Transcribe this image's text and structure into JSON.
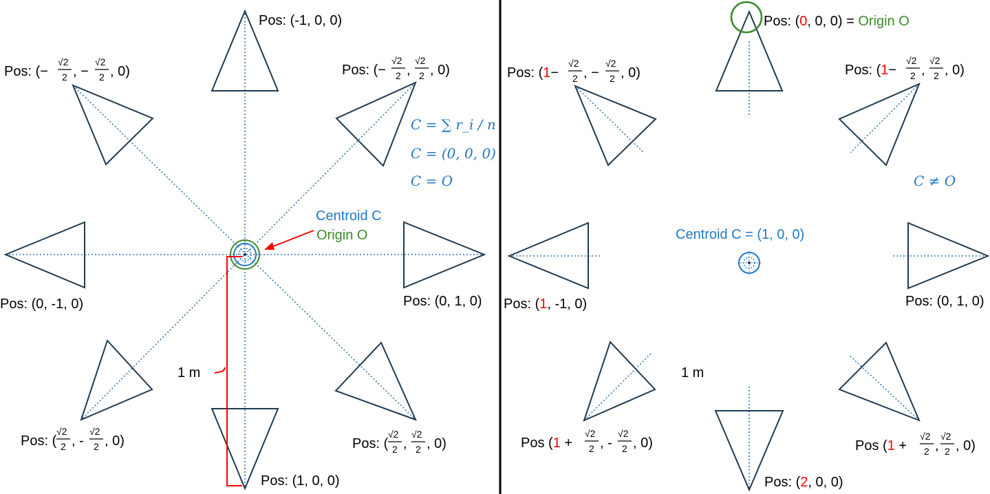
{
  "left": {
    "labels": {
      "top": "Pos: (-1, 0, 0)",
      "bottom": "Pos: (1, 0, 0)",
      "left": "Pos: (0, -1, 0)",
      "right": "Pos: (0, 1, 0)",
      "upper_left_prefix": "Pos: (",
      "upper_left_suffix": ", 0)",
      "upper_right_prefix": "Pos: (",
      "upper_right_suffix": ", 0)",
      "lower_left_prefix": "Pos: (",
      "lower_left_suffix": ", 0)",
      "lower_right_prefix": "Pos: (",
      "lower_right_suffix": ", 0)"
    },
    "centroid_label": "Centroid C",
    "origin_label": "Origin O",
    "distance_label": "1 m",
    "formula_sum": "C = ∑ r_i / n",
    "formula_value": "C = (0, 0, 0)",
    "formula_equal": "C = O"
  },
  "right": {
    "labels": {
      "top_prefix": "Pos: (",
      "top_red": "0",
      "top_suffix": ", 0, 0) = ",
      "top_origin": "Origin O",
      "bottom_prefix": "Pos: (",
      "bottom_red": "2",
      "bottom_suffix": ", 0, 0)",
      "left_prefix": "Pos: (",
      "left_red": "1",
      "left_suffix": ", -1, 0)",
      "right": "Pos: (0, 1, 0)",
      "upper_left_prefix": "Pos: (",
      "upper_left_red": "1",
      "upper_left_suffix": ", 0)",
      "upper_right_prefix": "Pos: (",
      "upper_right_red": "1",
      "upper_right_suffix": ", 0)",
      "lower_left_prefix": "Pos (",
      "lower_left_red": "1",
      "lower_left_suffix": ", 0)",
      "lower_right_prefix": "Pos (",
      "lower_right_red": "1",
      "lower_right_suffix": ", 0)"
    },
    "centroid_label": "Centroid C = (1, 0, 0)",
    "not_equal": "C ≠ O",
    "distance_label": "1 m"
  },
  "math": {
    "sqrt2": "√2",
    "two": "2",
    "minus": "−",
    "plus": "+",
    "comma": ",",
    "dash_minus": "-"
  },
  "colors": {
    "triangle": "#1f3a4f",
    "axis": "#2e75b6",
    "centroid": "#1f78c8",
    "origin": "#3a8a2a",
    "highlight": "#ff0000",
    "divider": "#000000"
  }
}
